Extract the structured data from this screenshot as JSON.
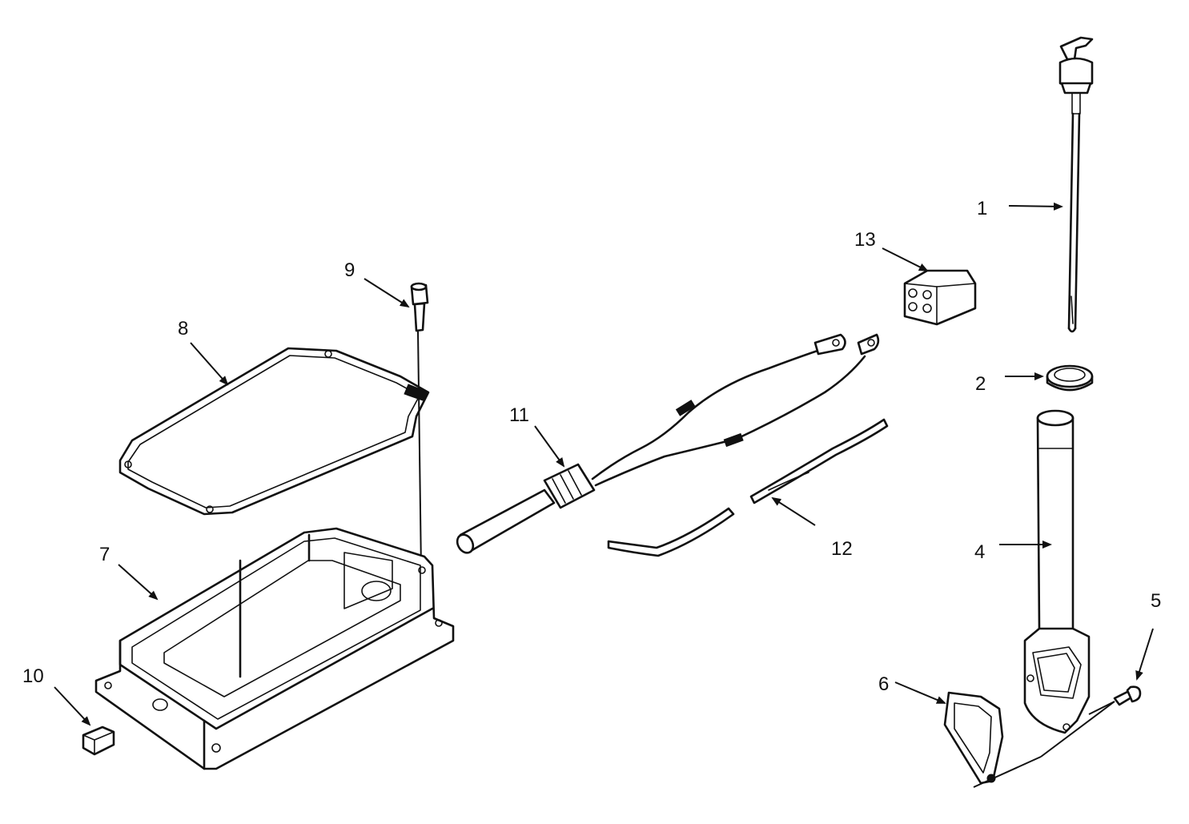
{
  "diagram": {
    "callouts": [
      {
        "id": "c1",
        "label": "1"
      },
      {
        "id": "c2",
        "label": "2"
      },
      {
        "id": "c4",
        "label": "4"
      },
      {
        "id": "c5",
        "label": "5"
      },
      {
        "id": "c6",
        "label": "6"
      },
      {
        "id": "c7",
        "label": "7"
      },
      {
        "id": "c8",
        "label": "8"
      },
      {
        "id": "c9",
        "label": "9"
      },
      {
        "id": "c10",
        "label": "10"
      },
      {
        "id": "c11",
        "label": "11"
      },
      {
        "id": "c12",
        "label": "12"
      },
      {
        "id": "c13",
        "label": "13"
      }
    ],
    "colors": {
      "ink": "#111111",
      "paper": "#ffffff"
    }
  }
}
